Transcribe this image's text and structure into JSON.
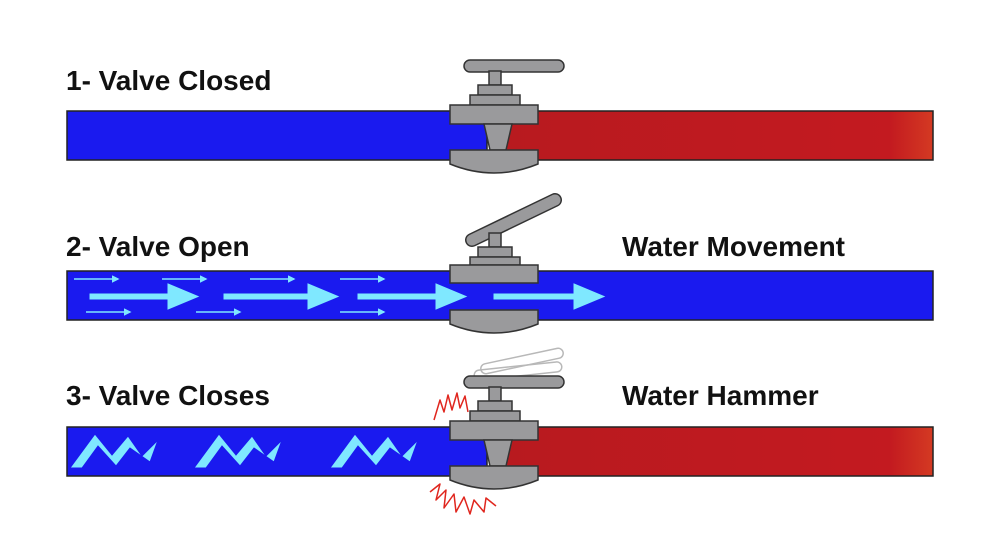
{
  "labels": {
    "stage1": "1- Valve Closed",
    "stage2": "2- Valve Open",
    "stage3": "3- Valve Closes",
    "stage2_right": "Water Movement",
    "stage3_right": "Water Hammer"
  },
  "colors": {
    "water_blue": "#1a1aef",
    "hot_red": "#c31a20",
    "flow_arrow": "#7fe8ff",
    "valve_gray": "#9a9a9c",
    "vibration_red": "#e0261e",
    "outline": "#222222"
  }
}
